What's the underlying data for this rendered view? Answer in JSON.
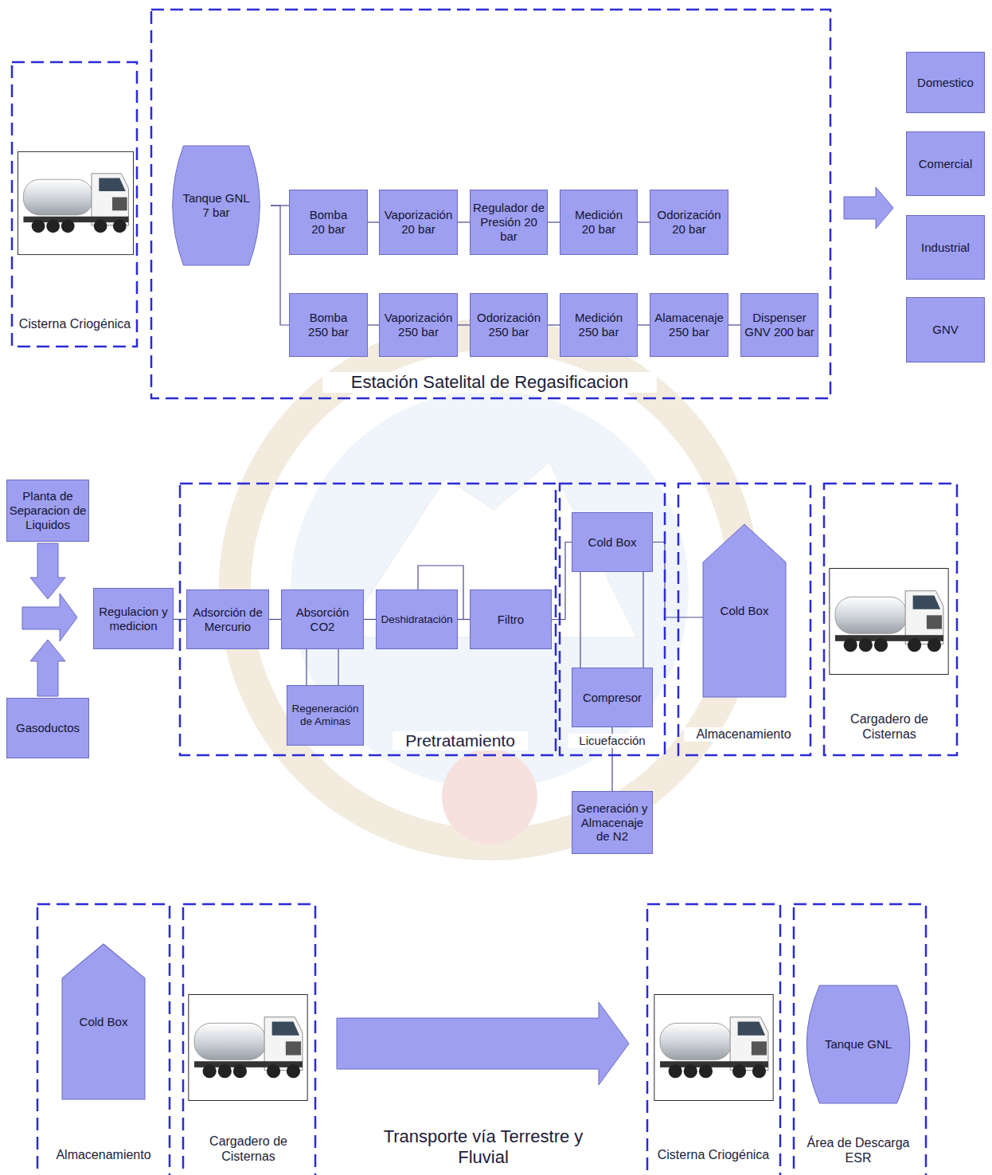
{
  "diagram": {
    "nodes": [
      {
        "text": [
          "Cisterna Criogénica"
        ]
      },
      {
        "text": [
          "Estación Satelital de Regasificacion"
        ]
      },
      {
        "text": [
          "Tanque GNL 7 bar"
        ],
        "in": 1
      },
      {
        "text": [
          "Bomba 20 bar"
        ],
        "in": 1
      },
      {
        "text": [
          "Vaporización 20 bar"
        ],
        "in": 1
      },
      {
        "text": [
          "Regulador de Presión 20 bar"
        ],
        "in": 1
      },
      {
        "text": [
          "Medición 20 bar"
        ],
        "in": 1
      },
      {
        "text": [
          "Odorización 20 bar"
        ],
        "in": 1
      },
      {
        "text": [
          "Bomba 250 bar"
        ],
        "in": 1
      },
      {
        "text": [
          "Vaporización 250 bar"
        ],
        "in": 1
      },
      {
        "text": [
          "Odorización 250 bar"
        ],
        "in": 1
      },
      {
        "text": [
          "Medición 250 bar"
        ],
        "in": 1
      },
      {
        "text": [
          "Alamacenaje 250 bar"
        ],
        "in": 1
      },
      {
        "text": [
          "Dispenser GNV 200 bar"
        ],
        "in": 1
      },
      {
        "text": [
          "Domestico"
        ]
      },
      {
        "text": [
          "Comercial"
        ]
      },
      {
        "text": [
          "Industrial"
        ]
      },
      {
        "text": [
          "GNV"
        ]
      },
      {
        "text": [
          "Planta de Separacion de Liquidos"
        ]
      },
      {
        "text": [
          "Gasoductos"
        ]
      },
      {
        "text": [
          "Regulacion y medicion"
        ]
      },
      {
        "text": [
          "Pretratamiento"
        ]
      },
      {
        "text": [
          "Adsorción de Mercurio"
        ],
        "in": 21
      },
      {
        "text": [
          "Absorción CO2"
        ],
        "in": 21
      },
      {
        "text": [
          "Deshidratación"
        ],
        "in": 21
      },
      {
        "text": [
          "Filtro"
        ],
        "in": 21
      },
      {
        "text": [
          "Regeneración de Aminas"
        ],
        "in": 21
      },
      {
        "text": [
          "Licuefacción"
        ]
      },
      {
        "text": [
          "Cold Box"
        ],
        "in": 27
      },
      {
        "text": [
          "Compresor"
        ],
        "in": 27
      },
      {
        "text": [
          "Generación y Almacenaje de N2"
        ]
      },
      {
        "text": [
          "Almacenamiento"
        ]
      },
      {
        "text": [
          "Cold Box"
        ],
        "in": 31
      },
      {
        "text": [
          "Cargadero de Cisternas"
        ]
      },
      {
        "text": [
          "Almacenamiento"
        ]
      },
      {
        "text": [
          "Cold Box"
        ],
        "in": 34
      },
      {
        "text": [
          "Cargadero de Cisternas"
        ]
      },
      {
        "text": [
          "Cisterna Criogénica"
        ]
      },
      {
        "text": [
          "Área de Descarga ESR"
        ]
      },
      {
        "text": [
          "Tanque GNL"
        ],
        "in": 38
      }
    ],
    "edges": [
      {
        "from": 2,
        "to": 3,
        "arrow": "none"
      },
      {
        "from": 2,
        "to": 8,
        "arrow": "none"
      },
      {
        "from": 3,
        "to": 4,
        "arrow": "none"
      },
      {
        "from": 4,
        "to": 5,
        "arrow": "none"
      },
      {
        "from": 5,
        "to": 6,
        "arrow": "none"
      },
      {
        "from": 6,
        "to": 7,
        "arrow": "none"
      },
      {
        "from": 8,
        "to": 9,
        "arrow": "none"
      },
      {
        "from": 9,
        "to": 10,
        "arrow": "none"
      },
      {
        "from": 10,
        "to": 11,
        "arrow": "none"
      },
      {
        "from": 11,
        "to": 12,
        "arrow": "none"
      },
      {
        "from": 12,
        "to": 13,
        "arrow": "none"
      },
      {
        "from": 20,
        "to": 22,
        "arrow": "none"
      },
      {
        "from": 22,
        "to": 23,
        "arrow": "none"
      },
      {
        "from": 23,
        "to": 24,
        "arrow": "none"
      },
      {
        "from": 24,
        "to": 25,
        "arrow": "none"
      },
      {
        "from": 23,
        "to": 26,
        "arrow": "none"
      },
      {
        "from": 23,
        "to": 26,
        "arrow": "none"
      },
      {
        "from": 25,
        "to": 28,
        "arrow": "none"
      },
      {
        "from": 28,
        "to": 29,
        "arrow": "none"
      },
      {
        "from": 28,
        "to": 29,
        "arrow": "none"
      },
      {
        "from": 29,
        "to": 30,
        "arrow": "none"
      },
      {
        "from": 28,
        "to": 32,
        "arrow": "none"
      }
    ],
    "labels": [
      "Transporte vía Terrestre y Fluvial"
    ]
  }
}
